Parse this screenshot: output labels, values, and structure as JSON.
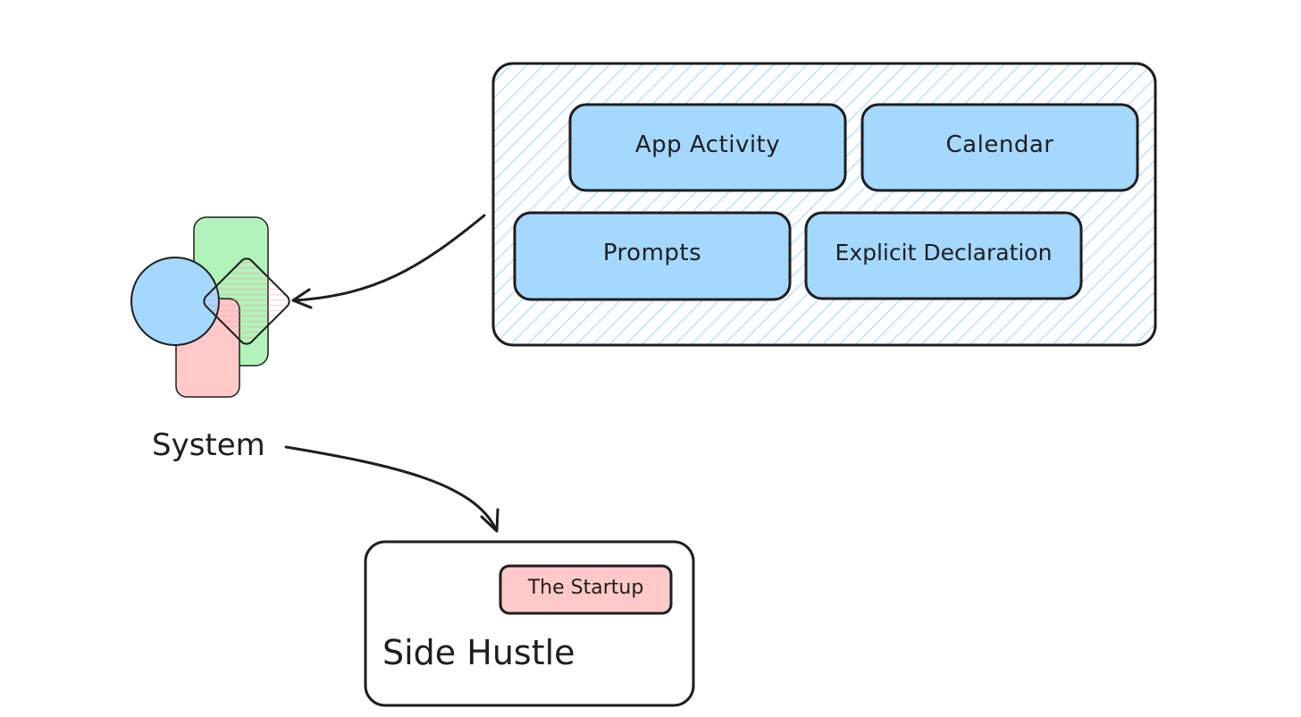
{
  "sources_panel": {
    "cards": [
      {
        "label": "App Activity"
      },
      {
        "label": "Calendar"
      },
      {
        "label": "Prompts"
      },
      {
        "label": "Explicit Declaration"
      }
    ]
  },
  "system": {
    "label": "System"
  },
  "side_hustle": {
    "label": "Side Hustle",
    "tag": "The Startup"
  },
  "colors": {
    "stroke": "#1e1e1e",
    "blue_fill": "#a5d8ff",
    "hatch": "#a5d8ff",
    "green_fill": "#b2f2bb",
    "pink_fill": "#ffc9c9"
  }
}
